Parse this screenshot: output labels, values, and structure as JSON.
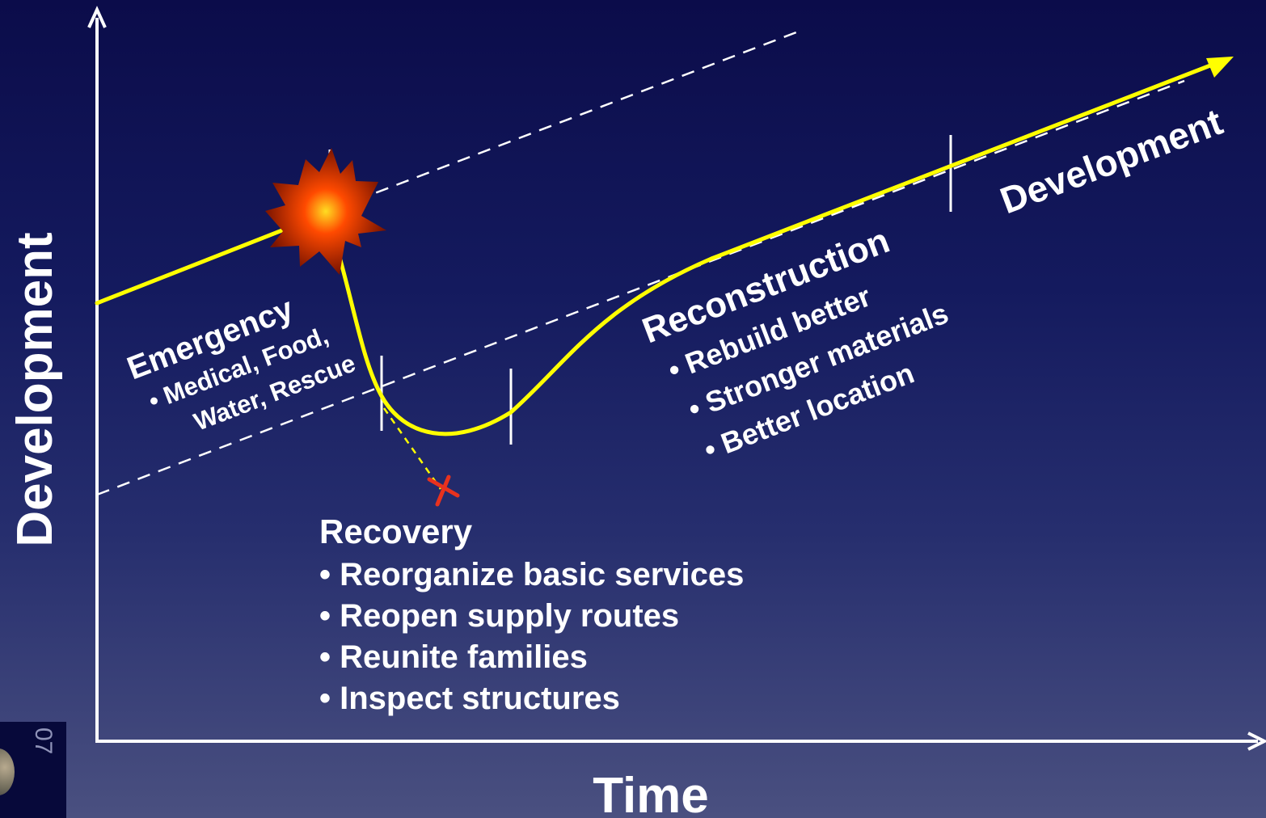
{
  "axes": {
    "x_label": "Time",
    "y_label": "Development"
  },
  "labels": {
    "development_trend": "Development",
    "emergency": {
      "title": "Emergency",
      "line1": "• Medical, Food,",
      "line2": "Water, Rescue"
    },
    "reconstruction": {
      "title": "Reconstruction",
      "items": [
        "• Rebuild better",
        "• Stronger materials",
        "• Better location"
      ]
    },
    "recovery": {
      "title": "Recovery",
      "items": [
        "• Reorganize basic services",
        "• Reopen supply routes",
        "• Reunite families",
        "• Inspect structures"
      ]
    }
  },
  "corner": {
    "number": "07"
  },
  "colors": {
    "curve": "#ffff00",
    "guides": "#ffffff",
    "failure_mark": "#e8321e",
    "disaster_burst": "#ff3a00"
  }
}
